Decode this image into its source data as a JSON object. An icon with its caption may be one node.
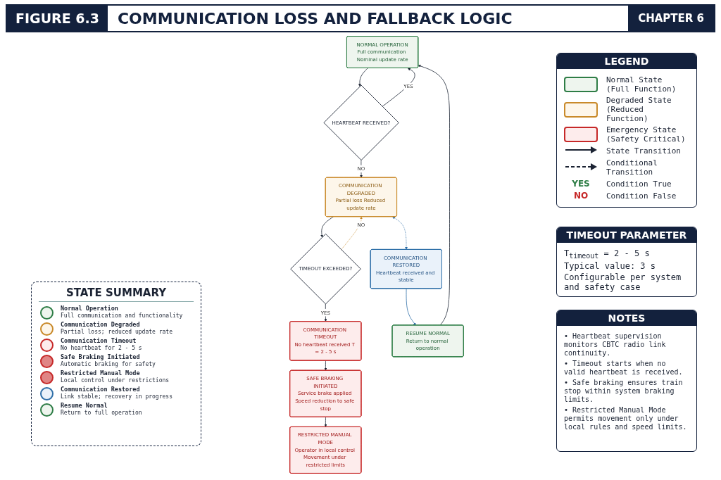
{
  "diagram": {
    "title": "COMMUNICATION LOSS AND FALLBACK LOGIC",
    "nodes": [
      {
        "text": [
          "NORMAL OPERATION",
          "Full communication Nominal update rate"
        ]
      },
      {
        "text": [
          "HEARTBEAT RECEIVED?"
        ]
      },
      {
        "text": [
          "COMMUNICATION DEGRADED",
          "Partial loss Reduced update rate"
        ]
      },
      {
        "text": [
          "TIMEOUT EXCEEDED?"
        ]
      },
      {
        "text": [
          "COMMUNICATION TIMEOUT",
          "No heartbeat received T = 2 - 5 s"
        ]
      },
      {
        "text": [
          "SAFE BRAKING INITIATED",
          "Service brake applied Speed reduction to safe stop"
        ]
      },
      {
        "text": [
          "RESTRICTED MANUAL MODE",
          "Operator in local control Movement under restricted limits"
        ]
      },
      {
        "text": [
          "COMMUNICATION RESTORED",
          "Heartbeat received and stable"
        ]
      },
      {
        "text": [
          "RESUME NORMAL",
          "Return to normal operation"
        ]
      }
    ],
    "edges": [
      {
        "from": 0,
        "to": 1,
        "arrow": "to"
      },
      {
        "from": 1,
        "to": 0,
        "label": "YES",
        "arrow": "to"
      },
      {
        "from": 1,
        "to": 2,
        "label": "NO",
        "arrow": "to"
      },
      {
        "from": 2,
        "to": 3,
        "arrow": "to"
      },
      {
        "from": 3,
        "to": 2,
        "label": "NO",
        "arrow": "to",
        "style": "dashed",
        "color": "#c98a2a"
      },
      {
        "from": 3,
        "to": 4,
        "label": "YES",
        "arrow": "to"
      },
      {
        "from": 4,
        "to": 5,
        "arrow": "to"
      },
      {
        "from": 5,
        "to": 6,
        "arrow": "to"
      },
      {
        "from": 2,
        "to": 7,
        "arrow": "both",
        "style": "dashed",
        "color": "#2f6fa8"
      },
      {
        "from": 7,
        "to": 8,
        "arrow": "to",
        "color": "#2f6fa8"
      },
      {
        "from": 8,
        "to": 0,
        "arrow": "to"
      }
    ],
    "labels": [
      "FIGURE 6.3",
      "CHAPTER 6",
      "STATE SUMMARY",
      "Normal Operation",
      "Full communication and functionality",
      "Communication Degraded",
      "Partial loss; reduced update rate",
      "Communication Timeout",
      "No heartbeat for 2 - 5 s",
      "Safe Braking Initiated",
      "Automatic braking for safety",
      "Restricted Manual Mode",
      "Local control under restrictions",
      "Communication Restored",
      "Link stable; recovery in progress",
      "Resume Normal",
      "Return to full operation",
      "LEGEND",
      "YES",
      "NO",
      "TIMEOUT PARAMETER",
      "T$_{timeout}$ = 2 - 5 s",
      "Typical value: 3 s",
      "Configurable per system and safety case",
      "NOTES",
      "• Heartbeat supervision monitors CBTC radio link continuity.",
      "• Timeout starts when no valid heartbeat is received.",
      "• Safe braking ensures train stop within system braking limits.",
      "• Restricted Manual Mode permits movement only under local rules and speed limits."
    ],
    "legend": [
      {
        "text": "Normal State (Full Function)",
        "color": "#2e7d46"
      },
      {
        "text": "Degraded State (Reduced Function)",
        "color": "#c98a2a"
      },
      {
        "text": "Emergency State (Safety Critical)",
        "color": "#c62828"
      },
      {
        "text": "State Transition"
      },
      {
        "text": "Conditional Transition"
      },
      {
        "text": "Condition True"
      },
      {
        "text": "Condition False"
      }
    ]
  }
}
